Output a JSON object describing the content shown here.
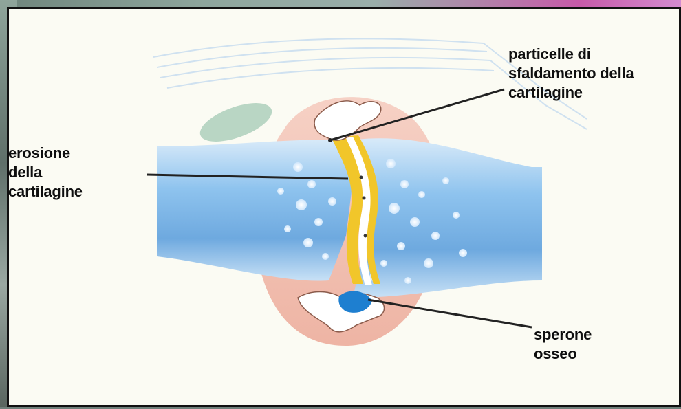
{
  "labels": {
    "particles": "particelle di\nsfaldamento della\ncartilagine",
    "erosion": "erosione\ndella\ncartilagine",
    "spur": "sperone\nosseo"
  },
  "colors": {
    "background": "#fbfbf3",
    "bone": "#7cb4e6",
    "joint_capsule": "#f2c2b2",
    "cartilage": "#f1c62a",
    "spur_fragment": "#1e7fd0",
    "leader_line": "#222222"
  }
}
